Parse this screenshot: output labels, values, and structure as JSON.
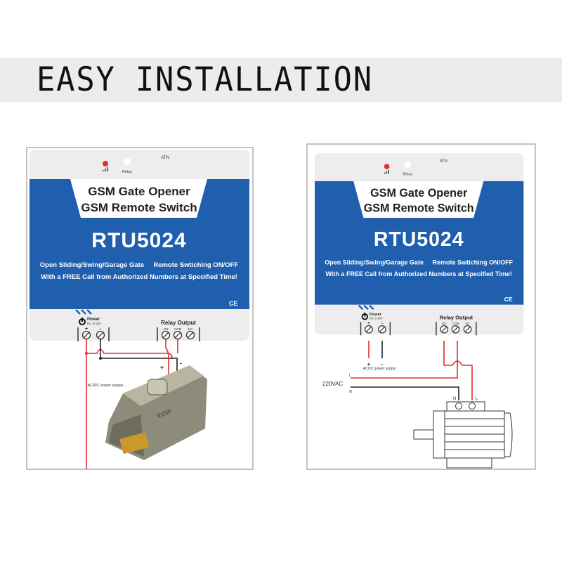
{
  "banner": {
    "title": "EASY INSTALLATION"
  },
  "device": {
    "line1": "GSM Gate Opener",
    "line2": "GSM Remote Switch",
    "model": "RTU5024",
    "desc1": "Open Sliding/Swing/Garage Gate     Remote Swtiching ON/OFF",
    "desc2": "With a FREE Call from Authorized Numbers at Specified Time!",
    "cert": "CE",
    "atn": "ATN",
    "relay_led": "Relay",
    "power": "Power",
    "power_spec": "DC 9-15V",
    "plus": "+",
    "minus": "-",
    "relay_output": "Relay Output",
    "no": "NO",
    "com": "COM",
    "nc": "NC",
    "brand_blue": "#1f5fae"
  },
  "left_diagram": {
    "supply_label": "AC/DC power supply",
    "plus": "+",
    "minus": "-",
    "lock_brand": "ESSP"
  },
  "right_diagram": {
    "supply_label": "AC/DC power supply",
    "plus": "+",
    "minus": "-",
    "voltage": "220VAC",
    "l_label": "L",
    "n_label": "N",
    "motor_n": "N",
    "motor_l": "L"
  }
}
